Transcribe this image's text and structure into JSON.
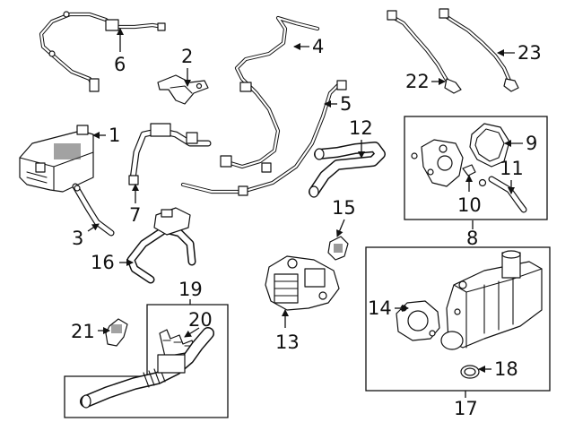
{
  "callouts": {
    "c1": "1",
    "c2": "2",
    "c3": "3",
    "c4": "4",
    "c5": "5",
    "c6": "6",
    "c7": "7",
    "c8": "8",
    "c9": "9",
    "c10": "10",
    "c11": "11",
    "c12": "12",
    "c13": "13",
    "c14": "14",
    "c15": "15",
    "c16": "16",
    "c17": "17",
    "c18": "18",
    "c19": "19",
    "c20": "20",
    "c21": "21",
    "c22": "22",
    "c23": "23"
  }
}
